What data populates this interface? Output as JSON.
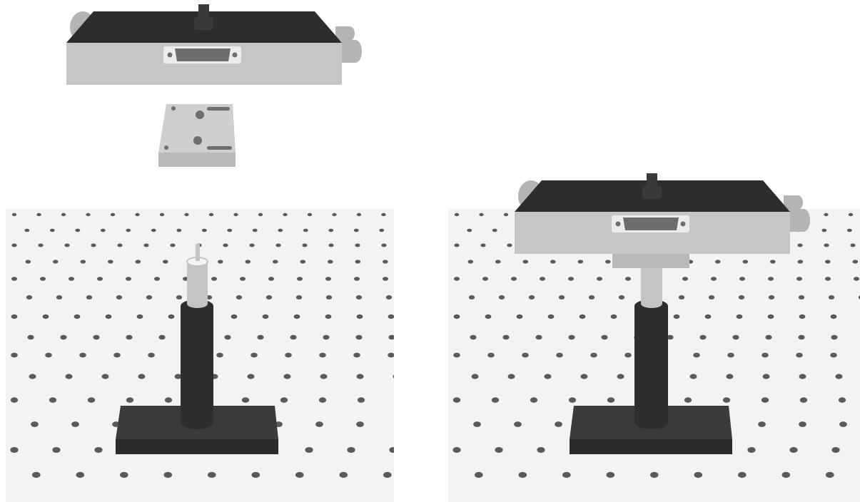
{
  "colors": {
    "background": "#ffffff",
    "optical_table_surface": "#f3f3f3",
    "table_hole": "#5a5a5a",
    "device_top": "#2d2d2b",
    "device_front": "#c6c6c6",
    "connector_plate": "#ececec",
    "connector_body": "#6e6e6e",
    "knob": "#3a3a3a",
    "side_cylinder": "#b4b4b4",
    "adapter_plate": "#b9b9b9",
    "adapter_plate_top": "#cfcfcf",
    "post_holder": "#2e2e2e",
    "post": "#c4c4c4",
    "base_top": "#3b3b3b",
    "base_front": "#2b2b2b"
  },
  "panels": [
    {
      "id": "disassembled",
      "components": [
        "device-housing",
        "adapter-plate",
        "post",
        "post-holder",
        "pedestal-base",
        "optical-table"
      ]
    },
    {
      "id": "assembled",
      "components": [
        "device-housing",
        "adapter-plate",
        "post",
        "post-holder",
        "pedestal-base",
        "optical-table"
      ]
    }
  ]
}
